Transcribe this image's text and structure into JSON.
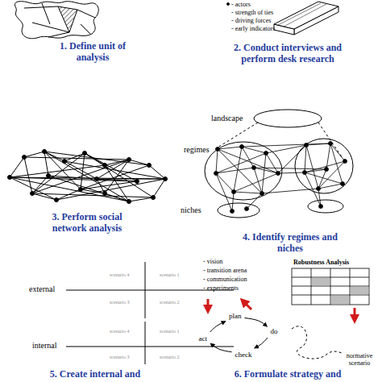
{
  "diagram": {
    "nodes": [
      {
        "text": [
          "plan"
        ]
      },
      {
        "text": [
          "do"
        ]
      },
      {
        "text": [
          "check"
        ]
      },
      {
        "text": [
          "act"
        ]
      }
    ],
    "edges": [
      {
        "from": 0,
        "to": 1,
        "arrow": "to"
      },
      {
        "from": 1,
        "to": 2,
        "arrow": "to"
      },
      {
        "from": 2,
        "to": 3,
        "arrow": "to"
      },
      {
        "from": 3,
        "to": 0,
        "arrow": "to"
      }
    ],
    "labels": [
      "1. Define unit of analysis",
      "- actors",
      "- strength of ties",
      "- driving forces",
      "- early indicators",
      "2. Conduct interviews and perform desk research",
      "3. Perform social network analysis",
      "landscape",
      "regimes",
      "niches",
      "4. Identify regimes and niches",
      "scenario 4",
      "scenario 1",
      "external",
      "scenario 3",
      "scenario 2",
      "scenario 4",
      "scenario 1",
      "internal",
      "scenario 3",
      "scenario 2",
      "5. Create internal and",
      "- vision",
      "- transition arena",
      "- communication",
      "- experiments",
      "Robustness Analysis",
      "normative scenario",
      "6. Formulate strategy and"
    ]
  }
}
